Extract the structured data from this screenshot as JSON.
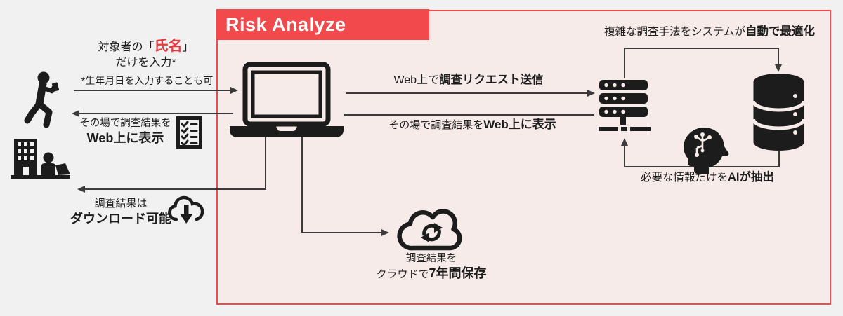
{
  "title": "Risk Analyze",
  "colors": {
    "accent_red": "#f2494d",
    "highlight_red": "#e8383f",
    "panel_bg": "#f6ebe8",
    "page_bg": "#f1f1f1",
    "ink": "#1c1c1c",
    "line": "#3b3b3b"
  },
  "left_flow": {
    "input_prefix": "対象者の「",
    "input_highlight": "氏名",
    "input_suffix": "」",
    "input_line2": "だけを入力*",
    "input_note": "*生年月日を入力することも可",
    "web_result_line1": "その場で調査結果を",
    "web_result_line2": "Web上に表示",
    "download_line1": "調査結果は",
    "download_line2": "ダウンロード可能"
  },
  "center_flow": {
    "request_prefix": "Web上で",
    "request_bold": "調査リクエスト送信",
    "response_prefix": "その場で調査結果を",
    "response_bold": "Web上に表示",
    "cloud_line1": "調査結果を",
    "cloud_line2_prefix": "クラウドで",
    "cloud_line2_bold": "7年間保存"
  },
  "right_flow": {
    "optimize_prefix": "複雑な調査手法をシステムが",
    "optimize_bold": "自動で最適化",
    "ai_prefix": "必要な情報だけを",
    "ai_bold": "AIが抽出"
  },
  "icons": {
    "user": "walking-person-with-phone-icon",
    "company": "office-building-with-worker-icon",
    "laptop": "laptop-icon",
    "checklist": "checklist-document-icon",
    "download": "cloud-download-icon",
    "cloud_storage": "cloud-sync-icon",
    "server": "server-rack-icon",
    "database": "database-icon",
    "ai": "ai-head-icon"
  }
}
